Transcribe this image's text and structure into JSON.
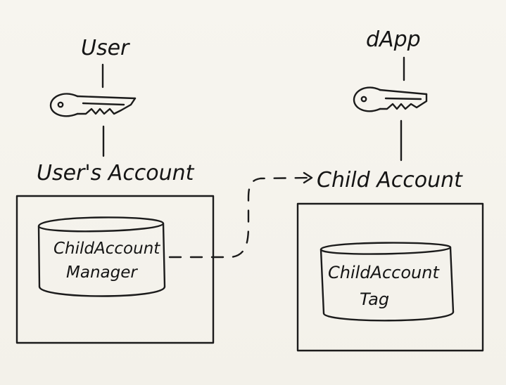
{
  "nodes": {
    "user": {
      "label": "User"
    },
    "dapp": {
      "label": "dApp"
    },
    "users_account": {
      "label": "User's Account"
    },
    "child_account": {
      "label": "Child Account"
    },
    "manager_line1": "ChildAccount",
    "manager_line2": "Manager",
    "tag_line1": "ChildAccount",
    "tag_line2": "Tag"
  },
  "icons": {
    "user_key": "key-icon",
    "dapp_key": "key-icon",
    "manager_store": "cylinder-storage-icon",
    "tag_store": "cylinder-storage-icon"
  },
  "colors": {
    "background": "#f6f4ee",
    "ink": "#1b1b1b"
  }
}
